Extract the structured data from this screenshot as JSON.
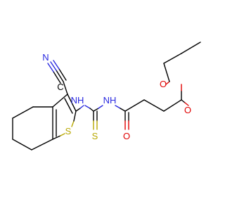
{
  "molecule": {
    "atoms": {
      "n_nitrile": {
        "label": "N",
        "color": "#2929e0"
      },
      "c_nitrile": {
        "label": "C",
        "color": "#000000"
      },
      "nh_left": {
        "label": "NH",
        "color": "#2929e0"
      },
      "nh_right": {
        "label": "NH",
        "color": "#2929e0"
      },
      "s_ring": {
        "label": "S",
        "color": "#b8a800"
      },
      "s_thio": {
        "label": "S",
        "color": "#b8a800"
      },
      "o_amide": {
        "label": "O",
        "color": "#e00000"
      },
      "o_ester": {
        "label": "O",
        "color": "#e00000"
      },
      "o_carbonyl": {
        "label": "O",
        "color": "#e00000"
      }
    }
  }
}
